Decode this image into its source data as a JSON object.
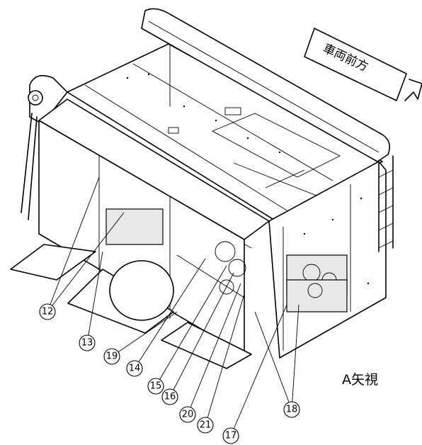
{
  "direction_label": "車両前方",
  "view_label": "A矢視",
  "callouts": [
    {
      "label": "12"
    },
    {
      "label": "13"
    },
    {
      "label": "19"
    },
    {
      "label": "14"
    },
    {
      "label": "15"
    },
    {
      "label": "16"
    },
    {
      "label": "20"
    },
    {
      "label": "21"
    },
    {
      "label": "17"
    },
    {
      "label": "18"
    }
  ]
}
